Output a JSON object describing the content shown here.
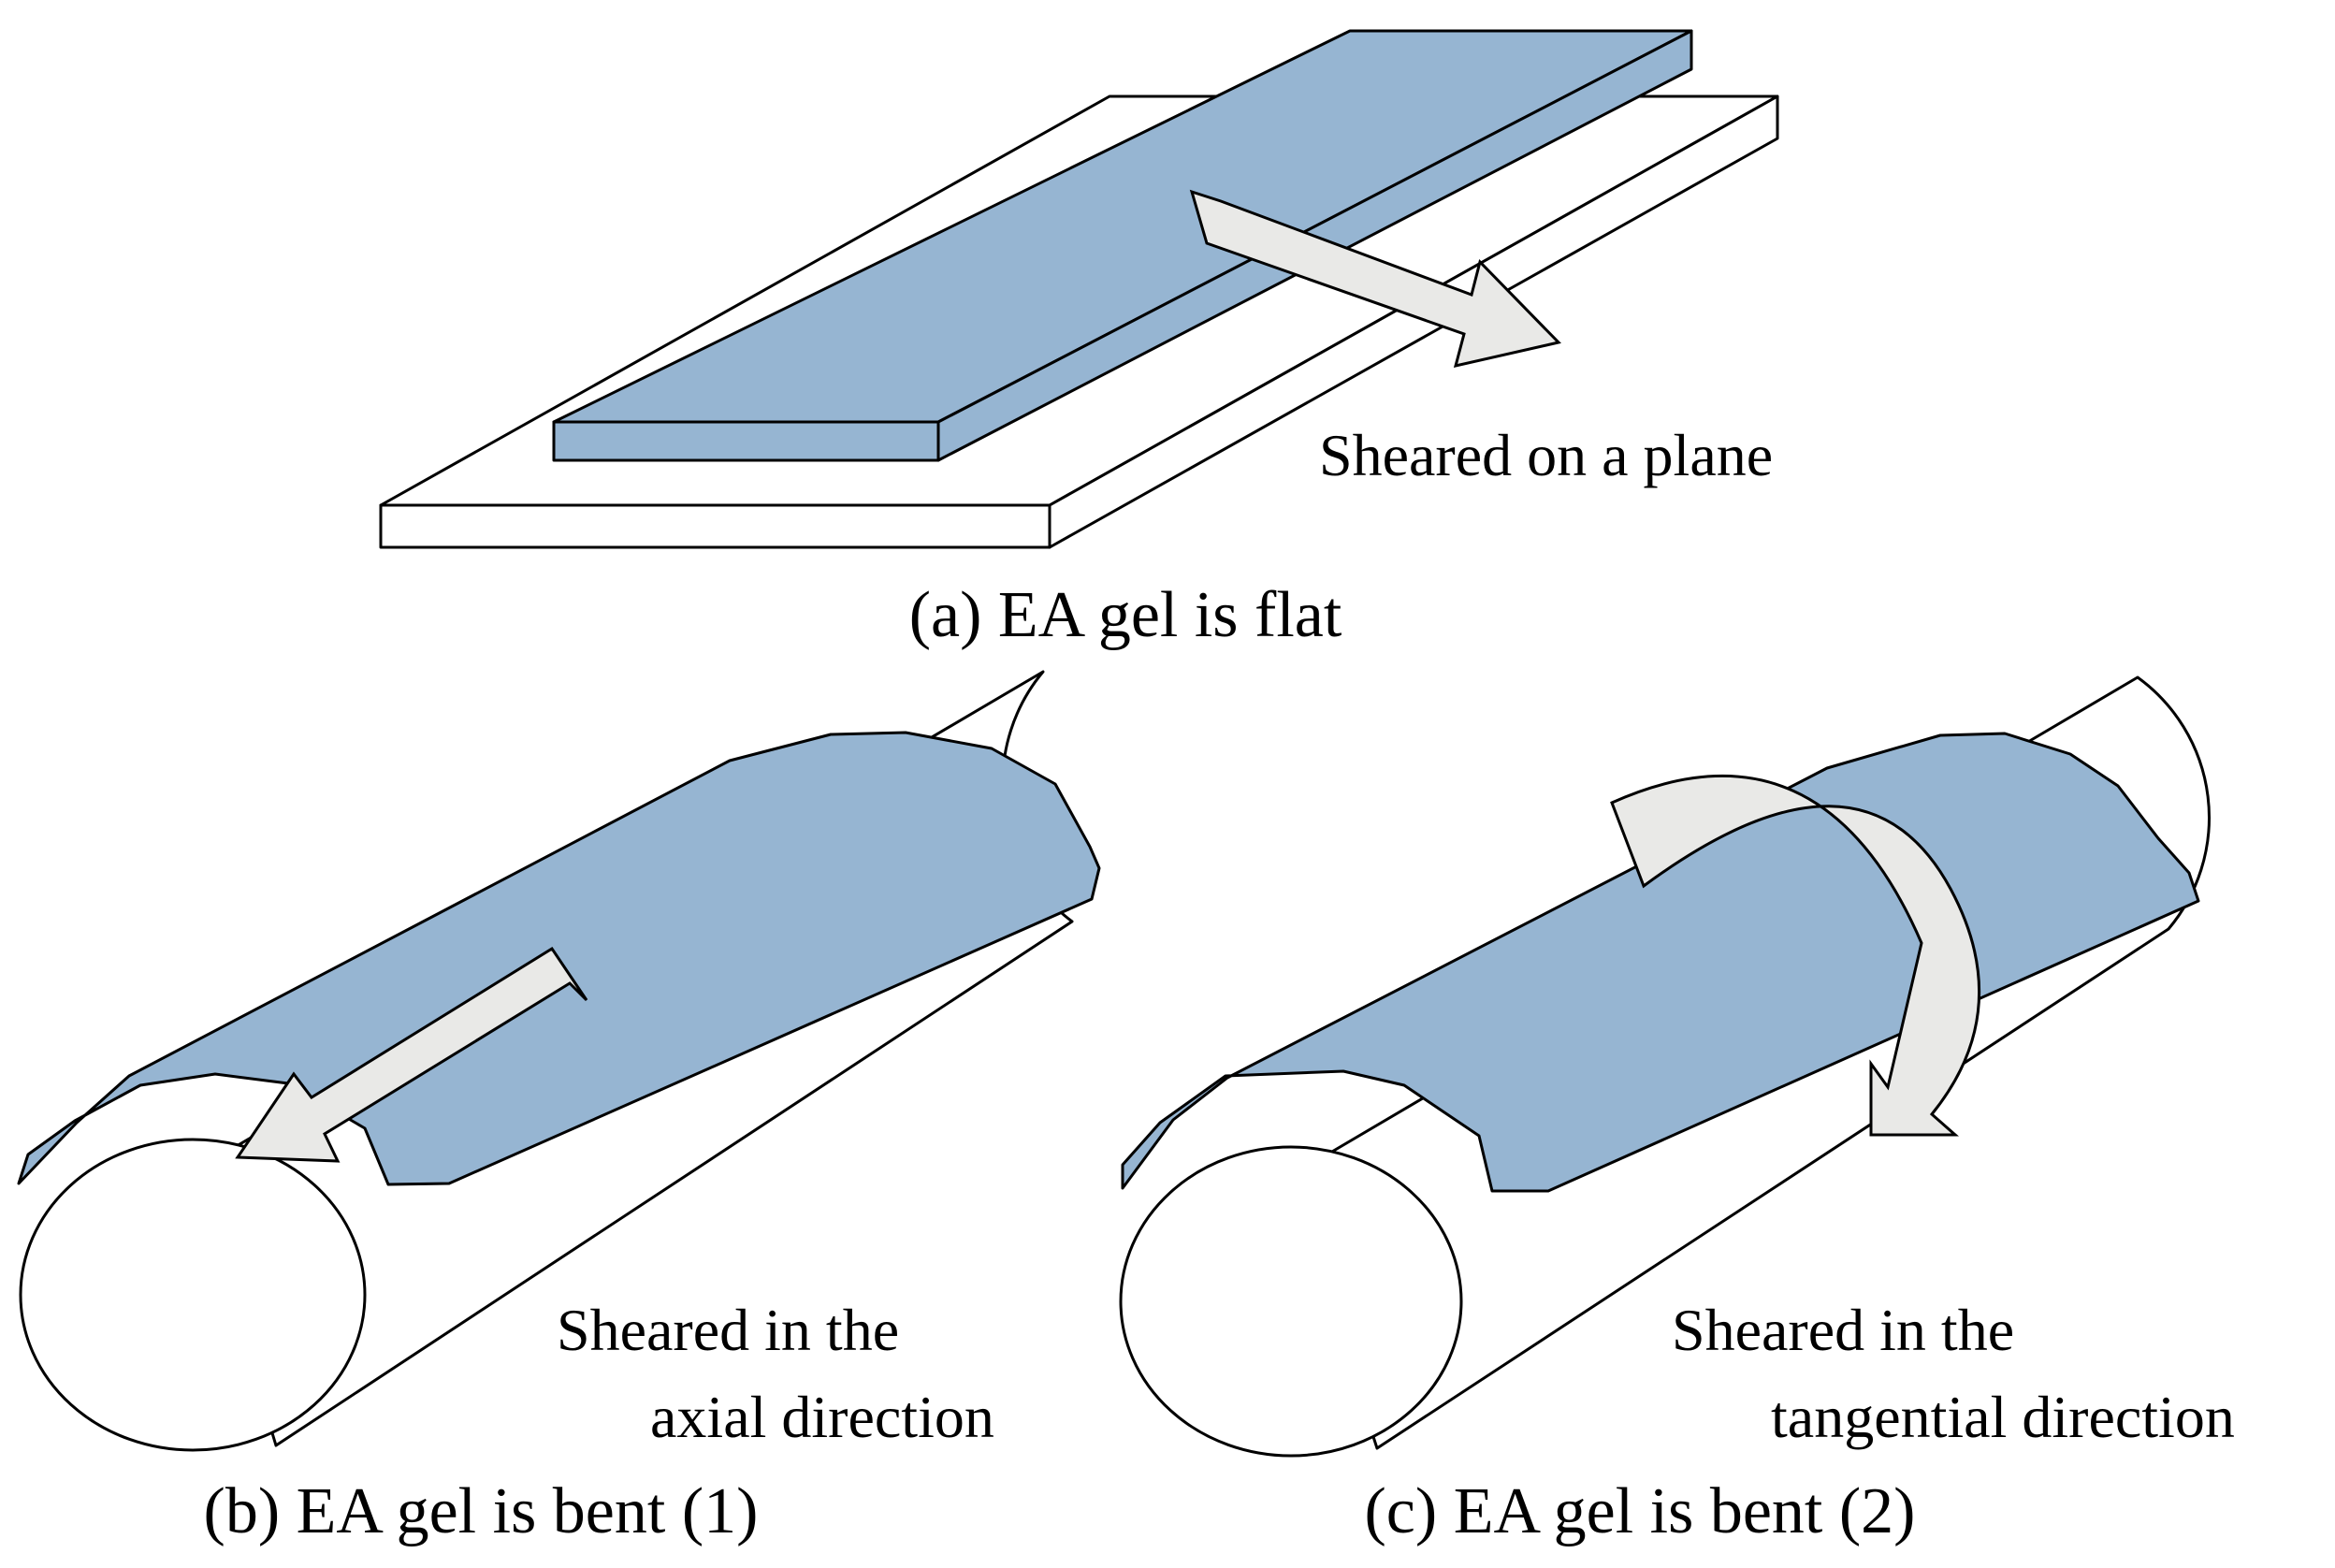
{
  "colors": {
    "gel": "#96b5d2",
    "substrate": "#ffffff",
    "arrow": "#e9e9e7",
    "outline": "#000000"
  },
  "panel_a": {
    "annotation": "Sheared on a plane",
    "caption": "(a) EA gel is flat"
  },
  "panel_b": {
    "annotation_line1": "Sheared in the",
    "annotation_line2": "axial direction",
    "caption": "(b) EA gel is bent (1)"
  },
  "panel_c": {
    "annotation_line1": "Sheared in the",
    "annotation_line2": "tangential direction",
    "caption": "(c) EA gel is bent (2)"
  }
}
